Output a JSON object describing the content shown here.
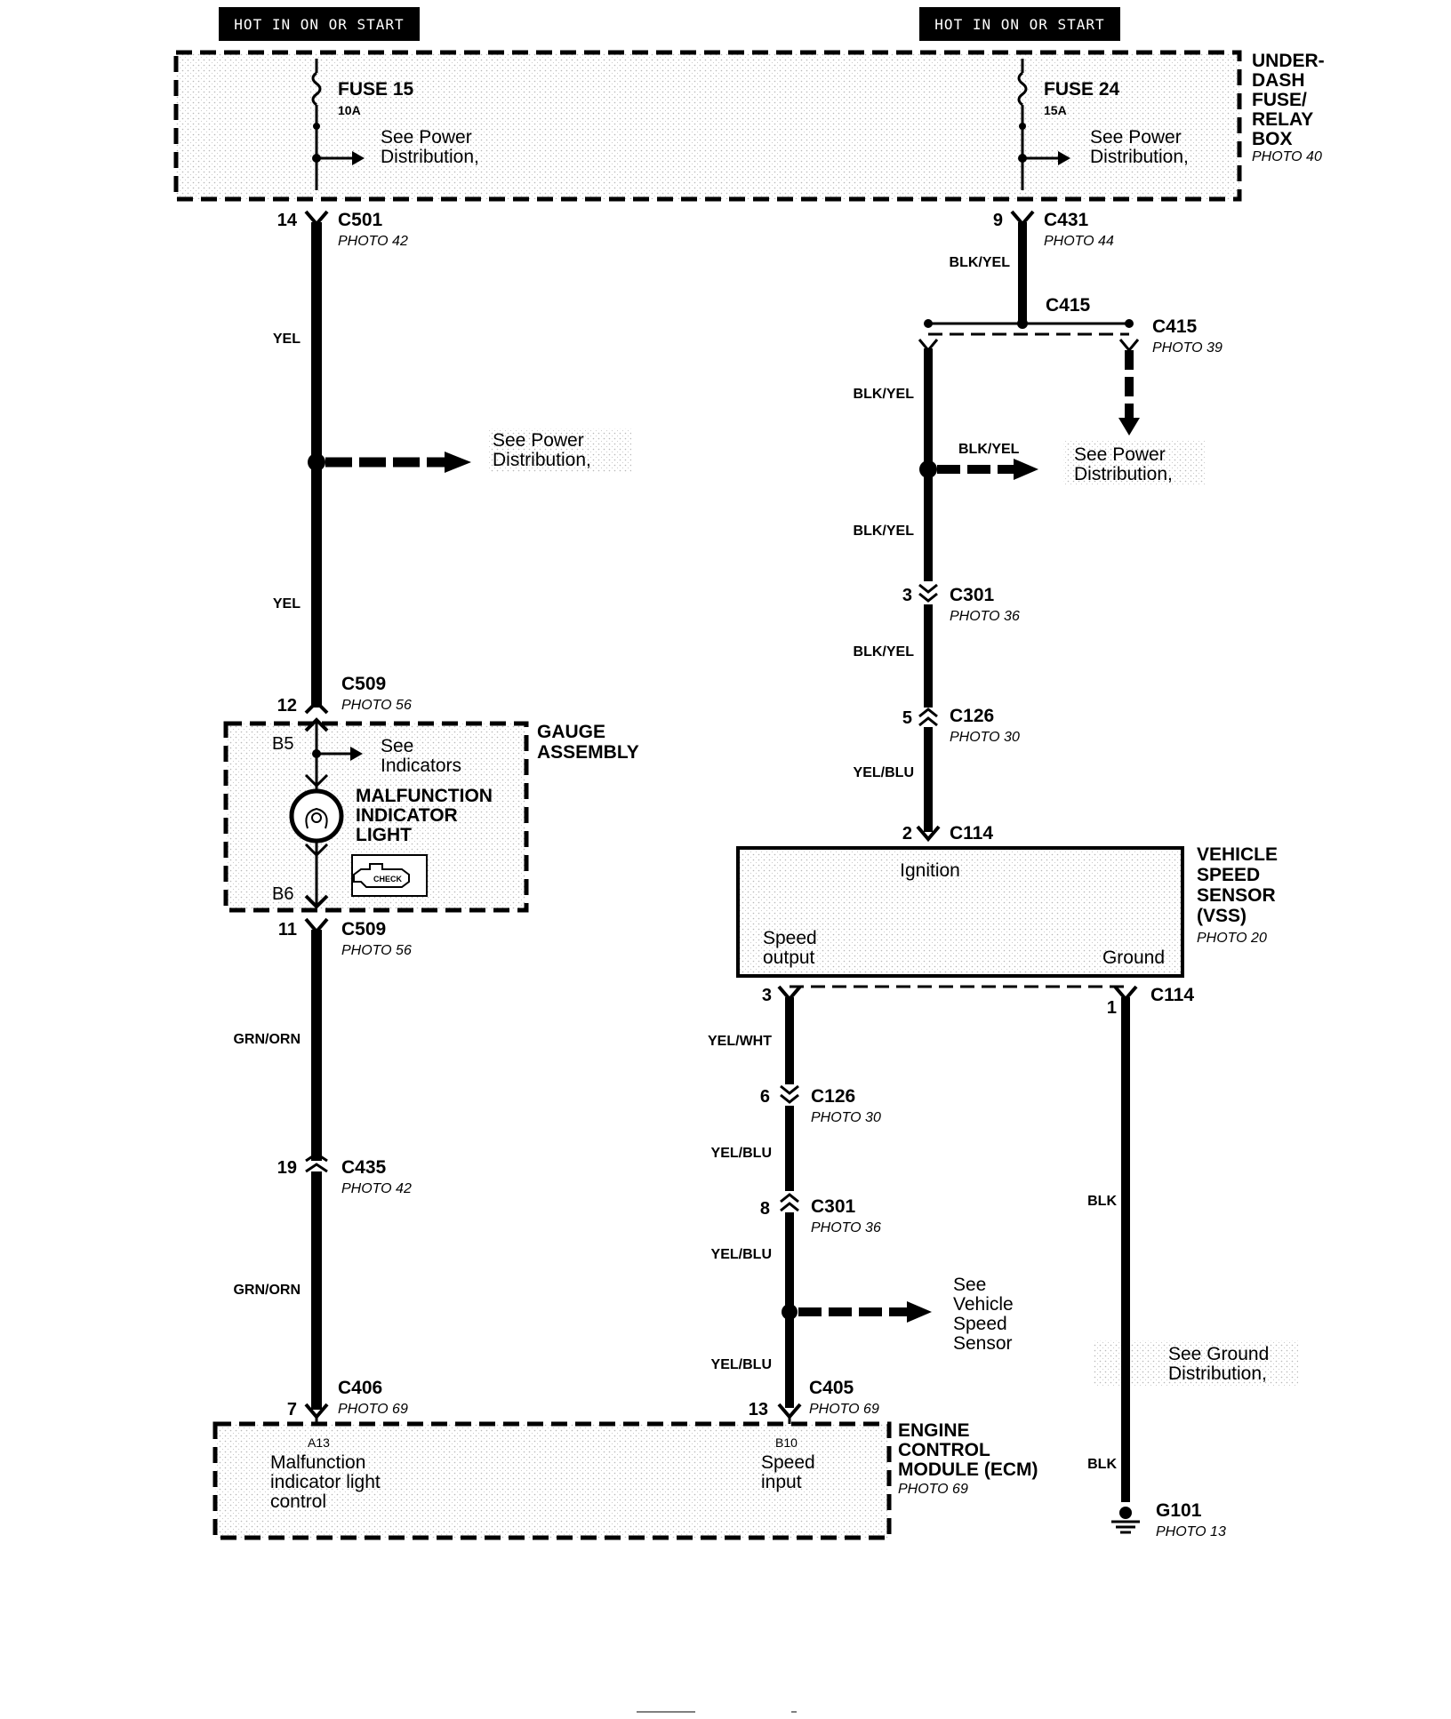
{
  "hot_labels": [
    "HOT IN ON OR START",
    "HOT IN ON OR START"
  ],
  "fuse_box": {
    "name_lines": [
      "UNDER-",
      "DASH",
      "FUSE/",
      "RELAY",
      "BOX"
    ],
    "photo": "PHOTO 40",
    "fuses": [
      {
        "name": "FUSE 15",
        "rating": "10A",
        "note": [
          "See Power",
          "Distribution,"
        ]
      },
      {
        "name": "FUSE 24",
        "rating": "15A",
        "note": [
          "See Power",
          "Distribution,"
        ]
      }
    ]
  },
  "left_circuit": {
    "c501": {
      "pin": "14",
      "name": "C501",
      "photo": "PHOTO 42"
    },
    "wire1": "YEL",
    "power_note": [
      "See Power",
      "Distribution,"
    ],
    "wire2": "YEL",
    "c509_top": {
      "pin": "12",
      "name": "C509",
      "photo": "PHOTO 56"
    },
    "c509_bottom": {
      "pin": "11",
      "name": "C509",
      "photo": "PHOTO 56"
    },
    "wire3": "GRN/ORN",
    "c435": {
      "pin": "19",
      "name": "C435",
      "photo": "PHOTO 42"
    },
    "wire4": "GRN/ORN",
    "c406": {
      "pin": "7",
      "name": "C406",
      "photo": "PHOTO 69"
    }
  },
  "gauge": {
    "name_lines": [
      "GAUGE",
      "ASSEMBLY"
    ],
    "pin_top": "B5",
    "pin_bottom": "B6",
    "indicators_note": [
      "See",
      "Indicators"
    ],
    "mil_lines": [
      "MALFUNCTION",
      "INDICATOR",
      "LIGHT"
    ],
    "check_icon_text": "CHECK"
  },
  "right_circuit": {
    "c431": {
      "pin": "9",
      "name": "C431",
      "photo": "PHOTO 44"
    },
    "wire1": "BLK/YEL",
    "c415_splice": "C415",
    "c415_conn": {
      "name": "C415",
      "photo": "PHOTO 39"
    },
    "wire2": "BLK/YEL",
    "branch_wire": "BLK/YEL",
    "power_note": [
      "See Power",
      "Distribution,"
    ],
    "wire3": "BLK/YEL",
    "c301": {
      "pin": "3",
      "name": "C301",
      "photo": "PHOTO 36"
    },
    "wire4": "BLK/YEL",
    "c126": {
      "pin": "5",
      "name": "C126",
      "photo": "PHOTO 30"
    },
    "wire5": "YEL/BLU",
    "c114_top": {
      "pin": "2",
      "name": "C114"
    }
  },
  "vss": {
    "name_lines": [
      "VEHICLE",
      "SPEED",
      "SENSOR",
      "(VSS)"
    ],
    "photo": "PHOTO 20",
    "ignition": "Ignition",
    "speed_output": [
      "Speed",
      "output"
    ],
    "ground": "Ground"
  },
  "vss_output_circuit": {
    "pin": "3",
    "wire1": "YEL/WHT",
    "c126": {
      "pin": "6",
      "name": "C126",
      "photo": "PHOTO 30"
    },
    "wire2": "YEL/BLU",
    "c301": {
      "pin": "8",
      "name": "C301",
      "photo": "PHOTO 36"
    },
    "wire3": "YEL/BLU",
    "vss_note": [
      "See",
      "Vehicle",
      "Speed",
      "Sensor"
    ],
    "wire4": "YEL/BLU",
    "c405": {
      "pin": "13",
      "name": "C405",
      "photo": "PHOTO 69"
    }
  },
  "ground_circuit": {
    "c114": {
      "pin": "1",
      "name": "C114"
    },
    "wire1": "BLK",
    "ground_note": [
      "See Ground",
      "Distribution,"
    ],
    "wire2": "BLK",
    "g101": {
      "name": "G101",
      "photo": "PHOTO 13"
    }
  },
  "ecm": {
    "name_lines": [
      "ENGINE",
      "CONTROL",
      "MODULE (ECM)"
    ],
    "photo": "PHOTO 69",
    "pin_a13": "A13",
    "a13_lines": [
      "Malfunction",
      "indicator light",
      "control"
    ],
    "pin_b10": "B10",
    "b10_lines": [
      "Speed",
      "input"
    ]
  },
  "colors": {
    "ink": "#000000",
    "box_fill": "#eeeeee",
    "background": "#ffffff"
  }
}
